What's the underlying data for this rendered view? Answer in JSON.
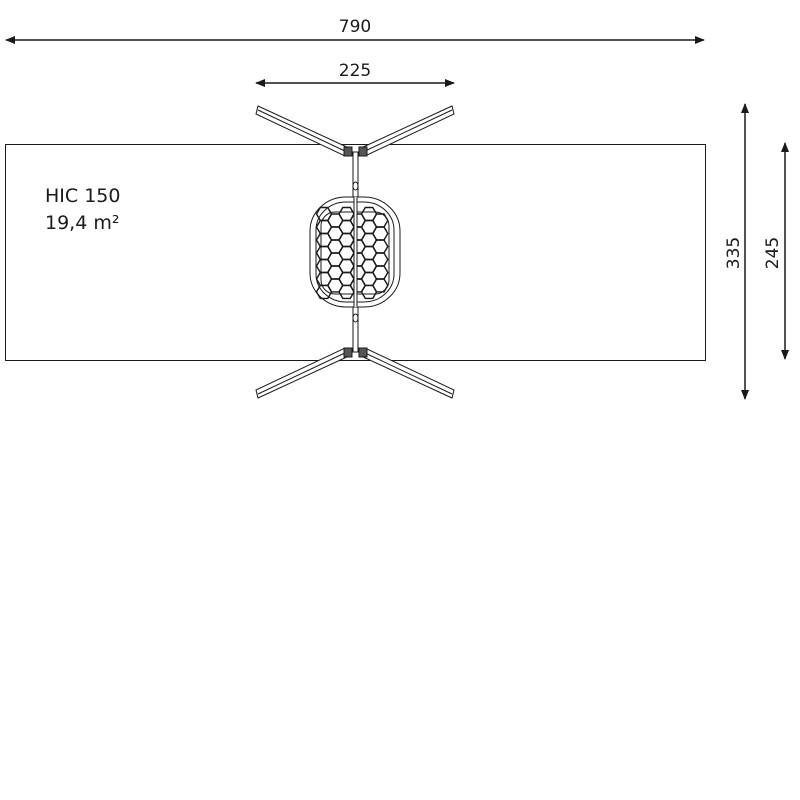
{
  "dimensions": {
    "total_width": "790",
    "frame_width": "225",
    "total_depth": "335",
    "area_depth": "245"
  },
  "product": {
    "code": "HIC 150",
    "area": "19,4 m²"
  }
}
